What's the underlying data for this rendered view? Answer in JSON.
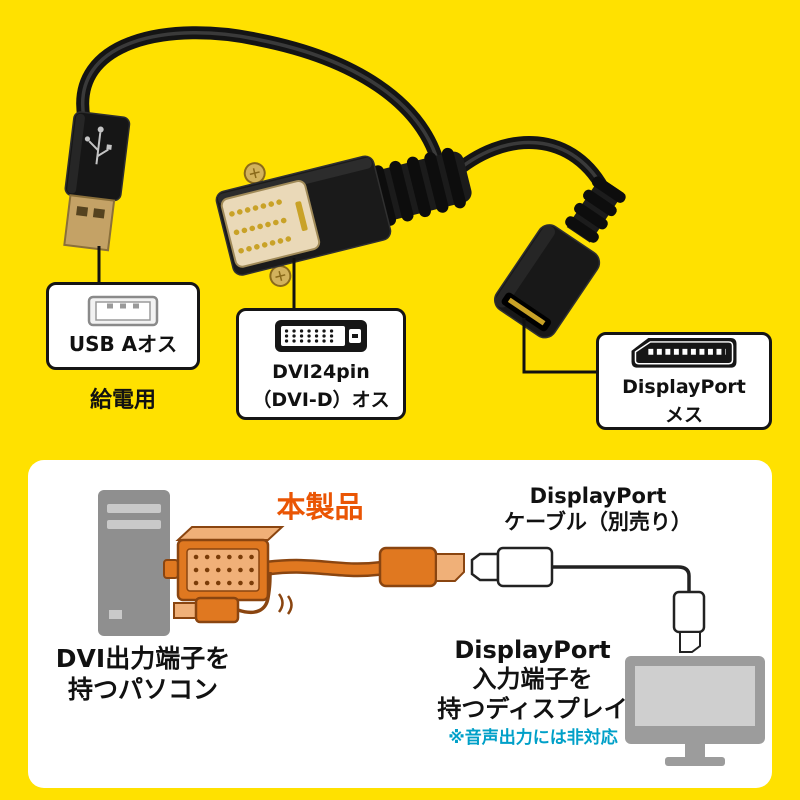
{
  "colors": {
    "background_yellow": "#ffe100",
    "product_orange": "#e07820",
    "product_label_orange": "#ea5504",
    "note_cyan": "#00a0c8"
  },
  "photo": {
    "usb_callout": {
      "label": "USB Aオス",
      "caption": "給電用"
    },
    "dvi_callout": {
      "line1": "DVI24pin",
      "line2": "（DVI-D）オス"
    },
    "dp_callout": {
      "line1": "DisplayPort",
      "line2": "メス"
    }
  },
  "diagram": {
    "product_label": "本製品",
    "pc_label_line1": "DVI出力端子を",
    "pc_label_line2": "持つパソコン",
    "dp_cable_label_line1": "DisplayPort",
    "dp_cable_label_line2": "ケーブル（別売り）",
    "display_label_line1": "DisplayPort",
    "display_label_line2": "入力端子を",
    "display_label_line3": "持つディスプレイ",
    "note": "※音声出力には非対応"
  }
}
